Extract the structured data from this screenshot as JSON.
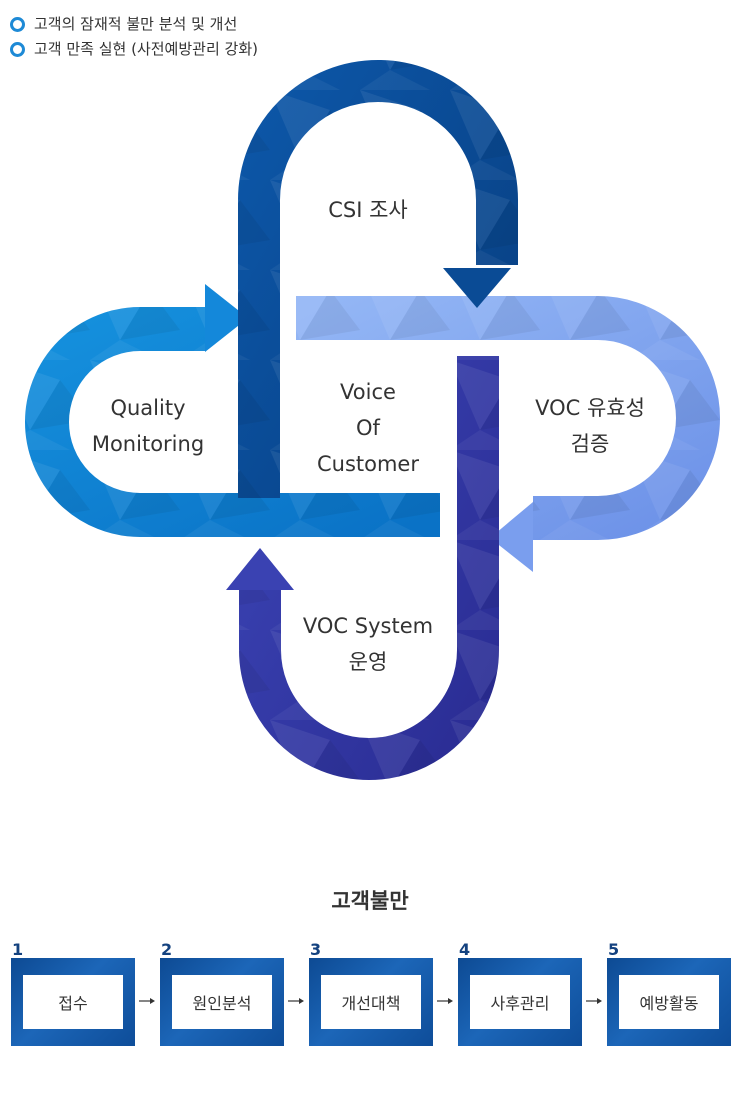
{
  "bullets": [
    "고객의 잠재적 불만 분석 및 개선",
    "고객 만족 실현 (사전예방관리 강화)"
  ],
  "cycle": {
    "top_label": "CSI 조사",
    "center": [
      "Voice",
      "Of",
      "Customer"
    ],
    "left": [
      "Quality",
      "Monitoring"
    ],
    "right": [
      "VOC 유효성",
      "검증"
    ],
    "bottom": [
      "VOC System",
      "운영"
    ]
  },
  "colors": {
    "top_loop": "#0a4b95",
    "left_loop": "#0d7fd3",
    "right_loop": "#7ea1f0",
    "bottom_loop": "#3336a3",
    "step_box": "#1b5fb0"
  },
  "process": {
    "title": "고객불만",
    "steps": [
      {
        "num": "1",
        "label": "접수"
      },
      {
        "num": "2",
        "label": "원인분석"
      },
      {
        "num": "3",
        "label": "개선대책"
      },
      {
        "num": "4",
        "label": "사후관리"
      },
      {
        "num": "5",
        "label": "예방활동"
      }
    ]
  }
}
